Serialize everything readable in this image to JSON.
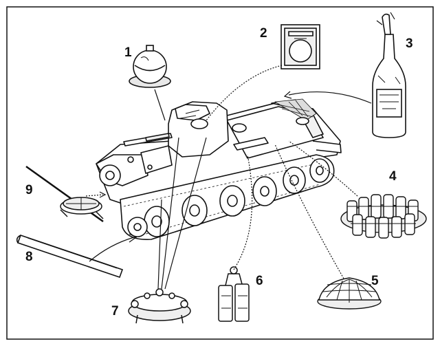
{
  "figure": {
    "callouts": [
      {
        "number": "1",
        "item": "glass-sphere-bomb"
      },
      {
        "number": "2",
        "item": "incendiary-canister"
      },
      {
        "number": "3",
        "item": "molotov-cocktail-bottle"
      },
      {
        "number": "4",
        "item": "grenade-bundle"
      },
      {
        "number": "5",
        "item": "netted-charge"
      },
      {
        "number": "6",
        "item": "twin-cylinder-charge"
      },
      {
        "number": "7",
        "item": "magnetic-mine"
      },
      {
        "number": "8",
        "item": "bangalore-pole"
      },
      {
        "number": "9",
        "item": "pole-charge"
      }
    ],
    "colors": {
      "ink": "#111111",
      "paper": "#ffffff"
    }
  }
}
